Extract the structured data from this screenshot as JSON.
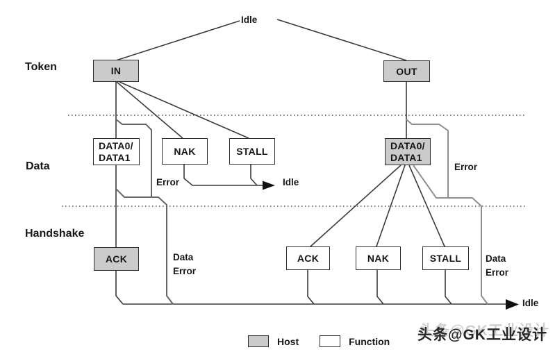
{
  "colors": {
    "host_fill": "#cbcbcb",
    "function_fill": "#ffffff",
    "box_border": "#2b2b2b",
    "line": "#3a3a3a",
    "error_line_left": "#666666",
    "error_line_right": "#8f8f8f",
    "dotted": "#4a4a4a",
    "text": "#161616",
    "watermark": "#262626",
    "watermark_ghost": "#cfcfcf"
  },
  "row_labels": {
    "token": "Token",
    "data": "Data",
    "handshake": "Handshake"
  },
  "nodes": {
    "in": {
      "label": "IN",
      "actor": "host"
    },
    "out": {
      "label": "OUT",
      "actor": "host"
    },
    "data01_left": {
      "line1": "DATA0/",
      "line2": "DATA1",
      "actor": "function"
    },
    "nak_left": {
      "label": "NAK",
      "actor": "function"
    },
    "stall_left": {
      "label": "STALL",
      "actor": "function"
    },
    "data01_right": {
      "line1": "DATA0/",
      "line2": "DATA1",
      "actor": "host"
    },
    "ack_left": {
      "label": "ACK",
      "actor": "host"
    },
    "ack_right": {
      "label": "ACK",
      "actor": "function"
    },
    "nak_right": {
      "label": "NAK",
      "actor": "function"
    },
    "stall_right": {
      "label": "STALL",
      "actor": "function"
    }
  },
  "flow_labels": {
    "idle_top": "Idle",
    "idle_data_exit": "Idle",
    "idle_bottom": "Idle",
    "error_left": "Error",
    "error_right": "Error",
    "data_error_left": {
      "line1": "Data",
      "line2": "Error"
    },
    "data_error_right": {
      "line1": "Data",
      "line2": "Error"
    }
  },
  "legend": {
    "host": "Host",
    "function": "Function"
  },
  "watermark": "头条@GK工业设计"
}
